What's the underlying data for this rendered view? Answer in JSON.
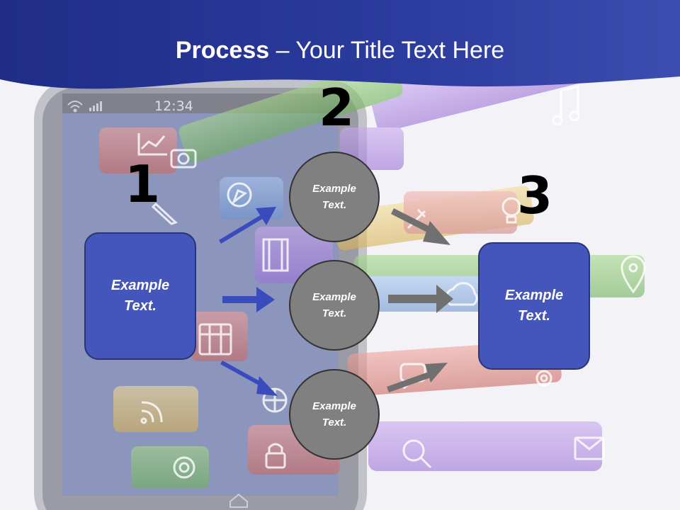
{
  "slide": {
    "title_bold": "Process",
    "title_rest": " – Your Title Text Here",
    "step_numbers": [
      "1",
      "2",
      "3"
    ],
    "step1_text": "Example Text.",
    "step2_texts": [
      "Example Text.",
      "Example Text.",
      "Example Text."
    ],
    "step3_text": "Example Text."
  },
  "phone": {
    "clock": "12:34"
  },
  "colors": {
    "header": "#2a3a9a",
    "box_fill": "#4455bb",
    "circle_fill": "#808080",
    "blue_arrow": "#3a4bbd",
    "gray_arrow": "#707070"
  },
  "icons": [
    "chart-icon",
    "camera-icon",
    "pencil-icon",
    "compass-icon",
    "film-icon",
    "calendar-icon",
    "rss-icon",
    "at-icon",
    "lock-icon",
    "globe-icon",
    "tools-icon",
    "lightbulb-icon",
    "music-icon",
    "location-pin-icon",
    "cloud-icon",
    "chat-icon",
    "gear-icon",
    "search-icon",
    "mail-icon",
    "wifi-icon",
    "signal-icon",
    "home-icon"
  ]
}
